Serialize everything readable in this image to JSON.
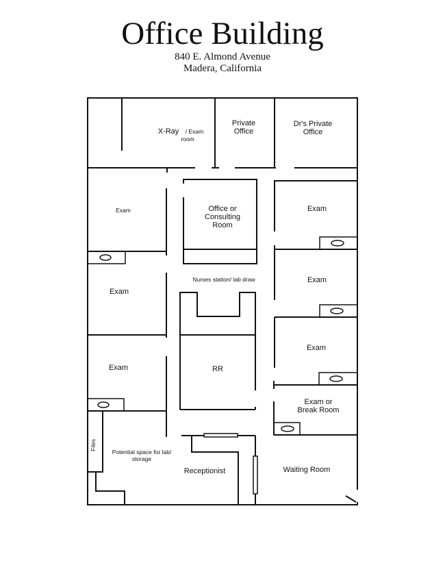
{
  "header": {
    "title": "Office Building",
    "address_line1": "840 E. Almond Avenue",
    "address_line2": "Madera, California"
  },
  "rooms": {
    "xray": "X-Ray",
    "xray_suffix": "/ Exam",
    "xray_suffix2": "room",
    "private_office_1": "Private",
    "private_office_2": "Office",
    "dr_office_1": "Dr's Private",
    "dr_office_2": "Office",
    "exam_left_1": "Exam",
    "exam_left_2": "Exam",
    "exam_left_3": "Exam",
    "consult_1": "Office or",
    "consult_2": "Consulting",
    "consult_3": "Room",
    "nurses": "Nurses station/ lab draw",
    "rr": "RR",
    "exam_right_1": "Exam",
    "exam_right_2": "Exam",
    "exam_right_3": "Exam",
    "break_1": "Exam or",
    "break_2": "Break Room",
    "files": "Files",
    "lab_1": "Potential space for lab/",
    "lab_2": "storage",
    "receptionist": "Receptionist",
    "waiting": "Waiting Room"
  }
}
